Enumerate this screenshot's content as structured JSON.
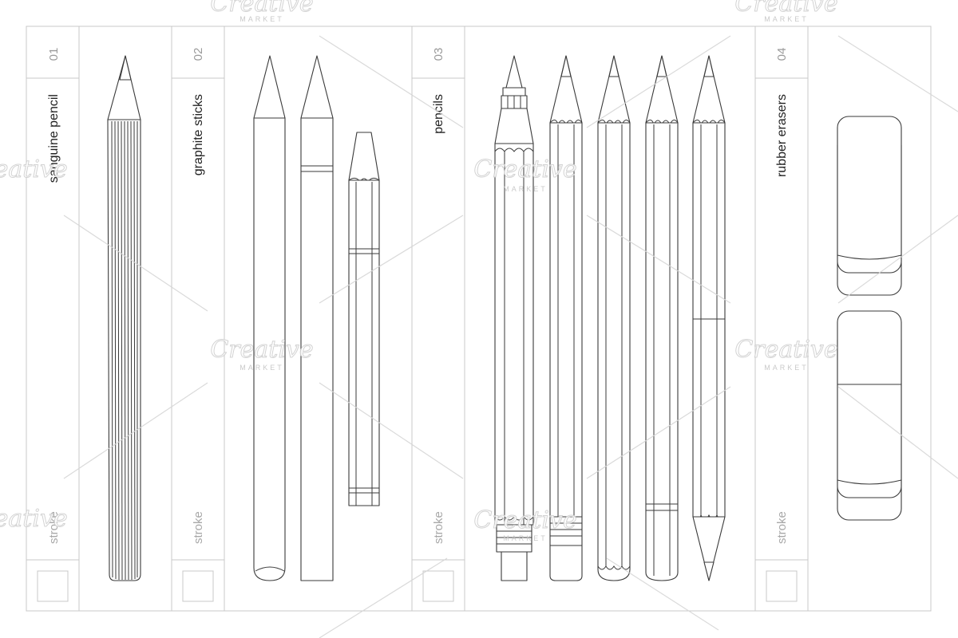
{
  "sections": [
    {
      "number": "01",
      "title": "sanguine pencil",
      "mode": "stroke"
    },
    {
      "number": "02",
      "title": "graphite sticks",
      "mode": "stroke"
    },
    {
      "number": "03",
      "title": "pencils",
      "mode": "stroke"
    },
    {
      "number": "04",
      "title": "rubber erasers",
      "mode": "stroke"
    }
  ],
  "watermark": {
    "brand": "Creative",
    "sub": "MARKET"
  }
}
